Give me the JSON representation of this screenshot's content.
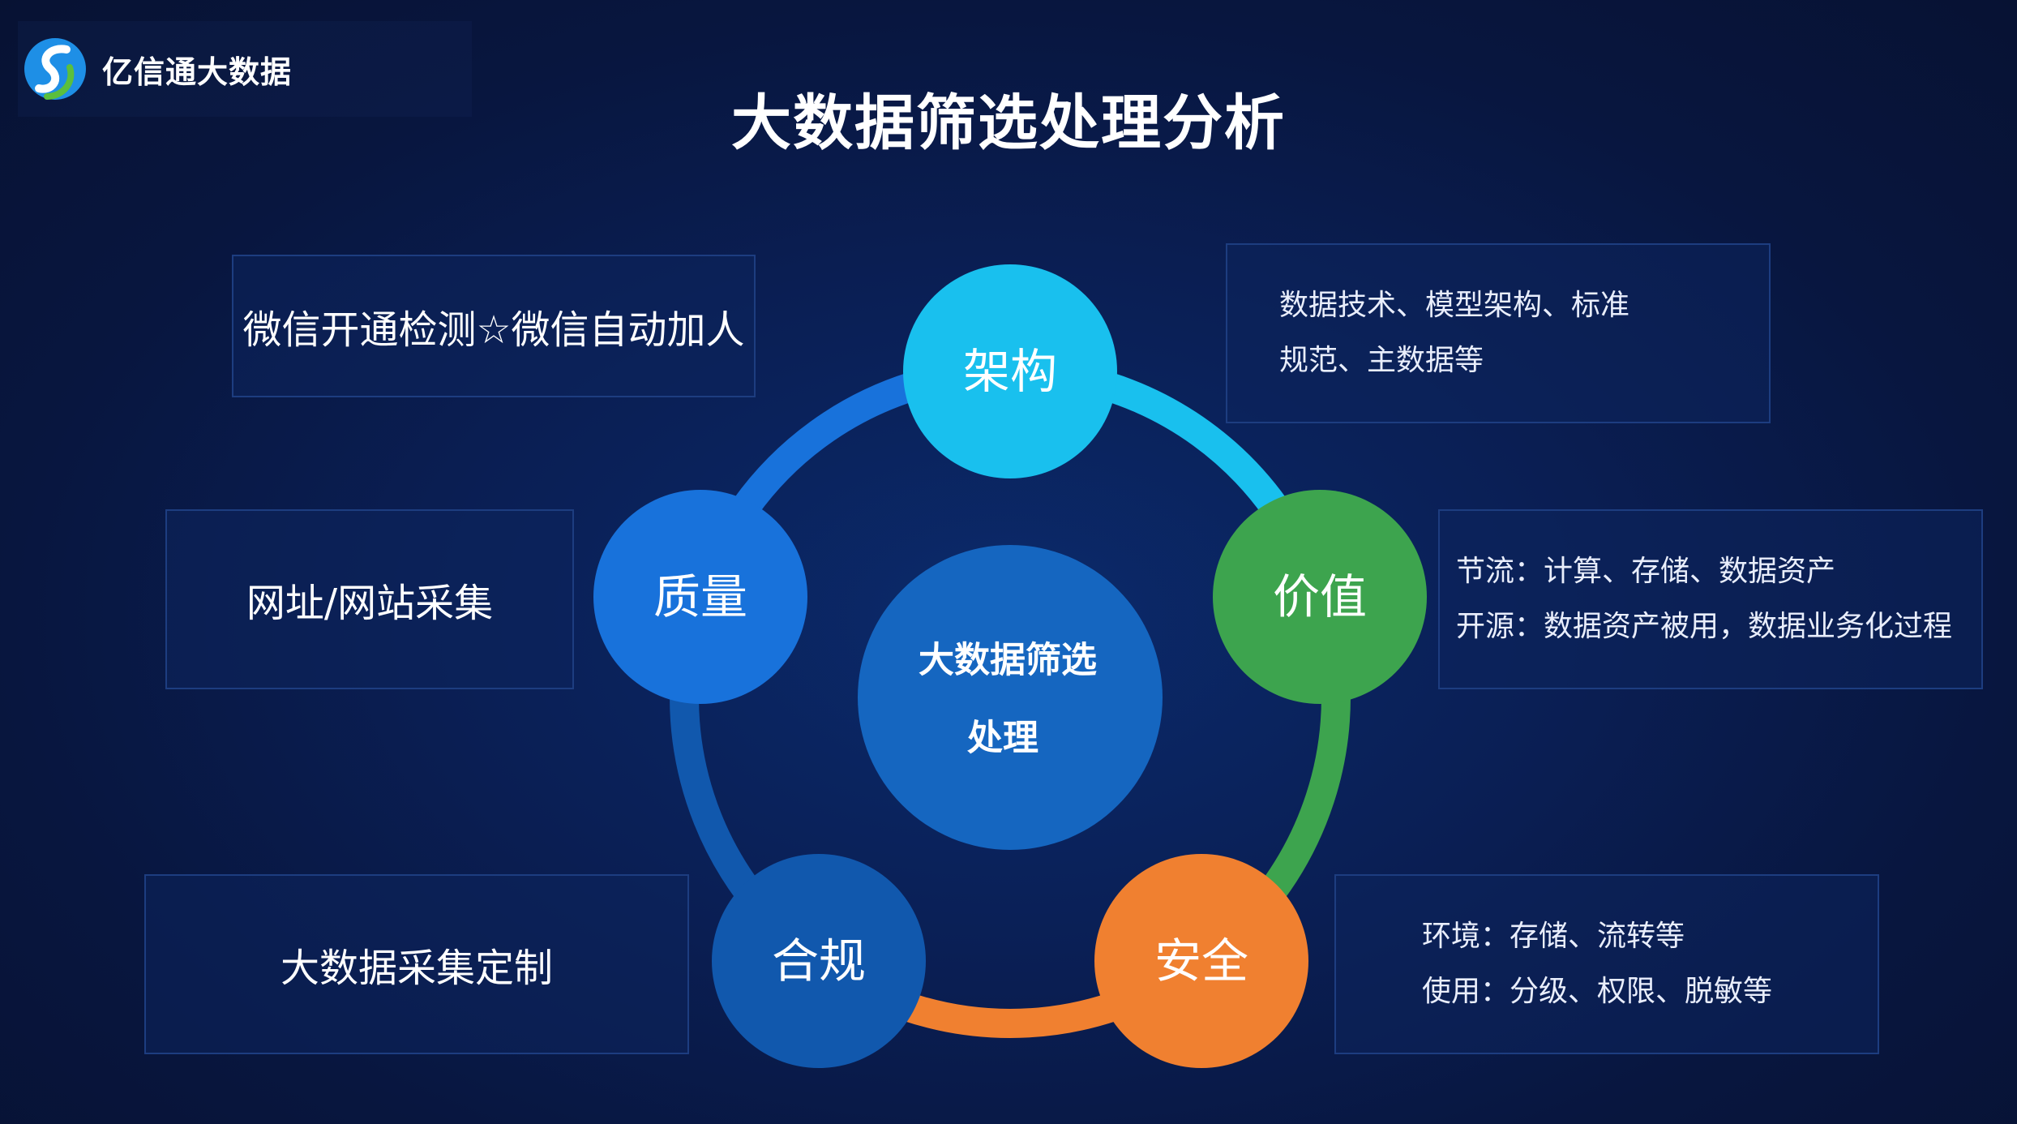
{
  "logo": {
    "text": "亿信通大数据",
    "colors": {
      "blue": "#1e8fe6",
      "green": "#5bbf3c"
    }
  },
  "title": "大数据筛选处理分析",
  "center": {
    "line1": "大数据筛选",
    "line2": "处理",
    "color": "#1566c0"
  },
  "nodes": [
    {
      "id": "jiagou",
      "label": "架构",
      "color": "#19c0ee"
    },
    {
      "id": "jiazhi",
      "label": "价值",
      "color": "#3da44e"
    },
    {
      "id": "anquan",
      "label": "安全",
      "color": "#f08030"
    },
    {
      "id": "hegui",
      "label": "合规",
      "color": "#1158ad"
    },
    {
      "id": "zhiliang",
      "label": "质量",
      "color": "#1872db"
    }
  ],
  "ring_arc_colors": [
    "#19c0ee",
    "#3da44e",
    "#f08030",
    "#1158ad",
    "#1872db"
  ],
  "left_panels": {
    "wechat": "微信开通检测☆微信自动加人",
    "website": "网址/网站采集",
    "custom": "大数据采集定制"
  },
  "right_panels": {
    "jiagou": {
      "line1": "数据技术、模型架构、标准",
      "line2": "规范、主数据等"
    },
    "jiazhi": {
      "line1": "节流：计算、存储、数据资产",
      "line2": "开源：数据资产被用，数据业务化过程"
    },
    "anquan": {
      "line1": "环境：存储、流转等",
      "line2": "使用：分级、权限、脱敏等"
    }
  }
}
